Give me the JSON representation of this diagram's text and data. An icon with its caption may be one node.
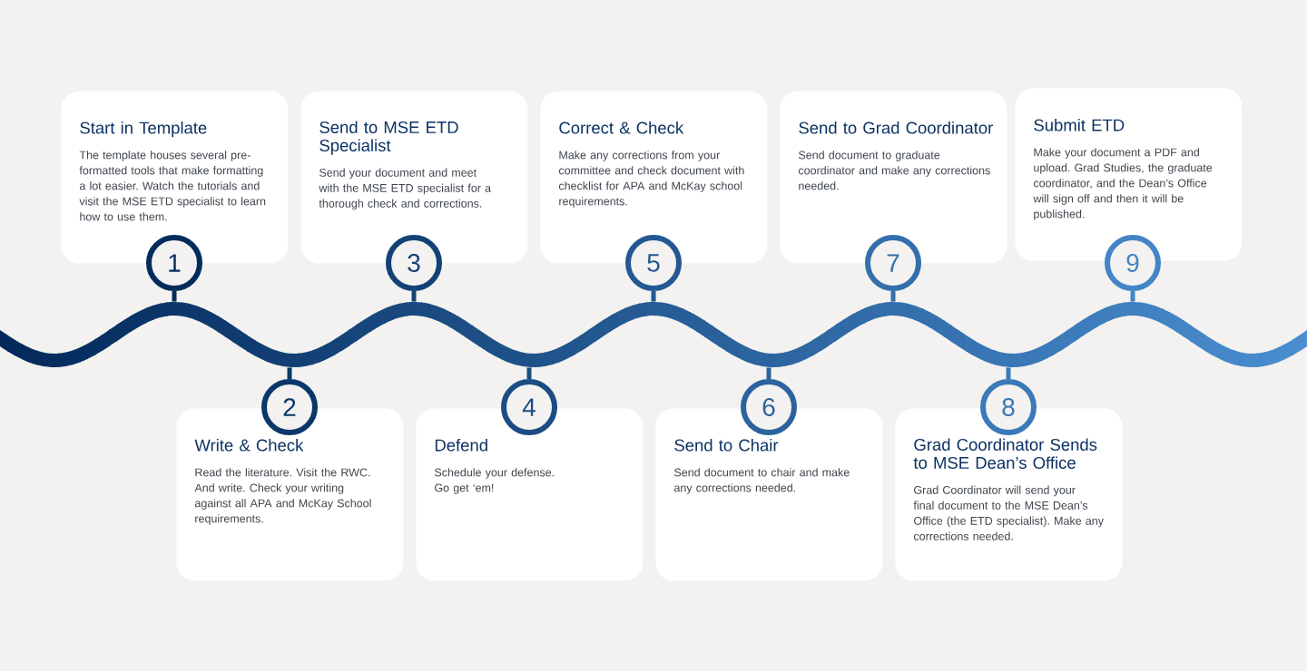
{
  "diagram": {
    "nodes": [
      {
        "text": [
          "Start in Template",
          "The template houses several pre-formatted tools that make formatting a lot easier. Watch the tutorials and visit the MSE ETD specialist to learn how to use them."
        ]
      },
      {
        "text": [
          "1"
        ]
      },
      {
        "text": [
          "Write & Check",
          "Read the literature. Visit the RWC. And write. Check your writing against all APA and McKay School requirements."
        ]
      },
      {
        "text": [
          "2"
        ]
      },
      {
        "text": [
          "Send to MSE ETD Specialist",
          "Send your document and meet with the MSE ETD specialist for a thorough check and corrections."
        ]
      },
      {
        "text": [
          "3"
        ]
      },
      {
        "text": [
          "Defend",
          "Schedule your defense. Go get ‘em!"
        ]
      },
      {
        "text": [
          "4"
        ]
      },
      {
        "text": [
          "Correct & Check",
          "Make any corrections from your committee and check document with checklist for APA and McKay school requirements."
        ]
      },
      {
        "text": [
          "5"
        ]
      },
      {
        "text": [
          "Send to Chair",
          "Send document to chair and make any corrections needed."
        ]
      },
      {
        "text": [
          "6"
        ]
      },
      {
        "text": [
          "Send to Grad Coordinator",
          "Send document to graduate coordinator and make any corrections needed."
        ]
      },
      {
        "text": [
          "7"
        ]
      },
      {
        "text": [
          "Grad Coordinator Sends to MSE Dean’s Office",
          "Grad Coordinator will send your final document to the MSE Dean’s Office (the ETD specialist). Make any corrections needed."
        ]
      },
      {
        "text": [
          "8"
        ]
      },
      {
        "text": [
          "Submit ETD",
          "Make your document a PDF and upload. Grad Studies, the graduate coordinator, and the Dean’s Office will sign off and then it will be published."
        ]
      },
      {
        "text": [
          "9"
        ]
      },
      {
        "text": [],
        "shape": "wave"
      }
    ],
    "edges": [
      {
        "from": 1,
        "to": 18,
        "arrow": "none",
        "color": "#032c5d"
      },
      {
        "from": 3,
        "to": 18,
        "arrow": "none",
        "color": "#0b376a"
      },
      {
        "from": 5,
        "to": 18,
        "arrow": "none",
        "color": "#134277"
      },
      {
        "from": 7,
        "to": 18,
        "arrow": "none",
        "color": "#1b4d84"
      },
      {
        "from": 9,
        "to": 18,
        "arrow": "none",
        "color": "#235892"
      },
      {
        "from": 11,
        "to": 18,
        "arrow": "none",
        "color": "#2b639e"
      },
      {
        "from": 13,
        "to": 18,
        "arrow": "none",
        "color": "#336fac"
      },
      {
        "from": 15,
        "to": 18,
        "arrow": "none",
        "color": "#3b79b8"
      },
      {
        "from": 17,
        "to": 18,
        "arrow": "none",
        "color": "#4385c6"
      }
    ]
  }
}
